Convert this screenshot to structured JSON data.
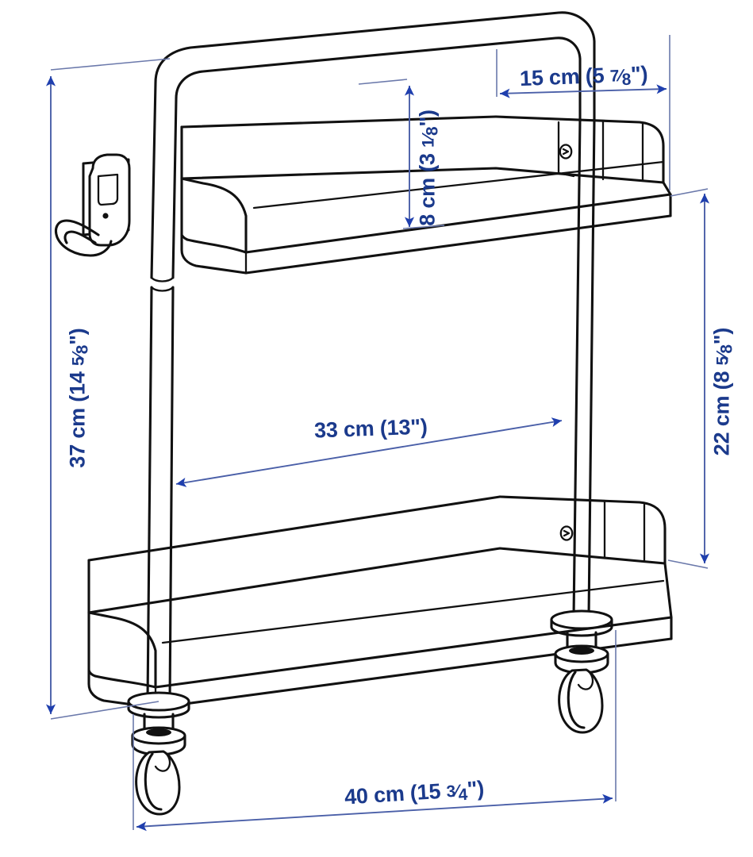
{
  "drawing": {
    "title": "Two-tier utility cart dimension drawing",
    "subject": "laptop / utility cart with casters and hanging hook",
    "background_color": "#ffffff",
    "line_color": "#000000",
    "dimension_line_color": "#6b79ab",
    "dimension_arrow_color": "#1f3fae",
    "dimension_text_color": "#1b3a8c"
  },
  "dimensions": {
    "total_height": {
      "name": "total-height",
      "metric": "37 cm",
      "imperial_whole": "14",
      "imperial_num": "5",
      "imperial_den": "8",
      "text_prefix": "37 cm (14 ",
      "text_suffix": "\")",
      "orientation": "vertical",
      "position": "left"
    },
    "shelf_gap": {
      "name": "shelf-gap-height",
      "metric": "22 cm",
      "imperial_whole": "8",
      "imperial_num": "5",
      "imperial_den": "8",
      "text_prefix": "22 cm (8 ",
      "text_suffix": "\")",
      "orientation": "vertical",
      "position": "right"
    },
    "lip_height": {
      "name": "shelf-lip-height",
      "metric": "8 cm",
      "imperial_whole": "3",
      "imperial_num": "1",
      "imperial_den": "8",
      "text_prefix": "8 cm (3 ",
      "text_suffix": "\")",
      "orientation": "vertical",
      "position": "upper-center"
    },
    "depth": {
      "name": "shelf-depth",
      "metric": "15 cm",
      "imperial_whole": "5",
      "imperial_num": "7",
      "imperial_den": "8",
      "text_prefix": "15 cm (5 ",
      "text_suffix": "\")",
      "orientation": "horizontal",
      "position": "top-right"
    },
    "inner_width": {
      "name": "inner-width",
      "metric": "33 cm",
      "imperial": "13\"",
      "text": "33 cm (13\")",
      "orientation": "horizontal",
      "position": "center"
    },
    "outer_width": {
      "name": "outer-width",
      "metric": "40 cm",
      "imperial_whole": "15",
      "imperial_num": "3",
      "imperial_den": "4",
      "text_prefix": "40 cm (15 ",
      "text_suffix": "\")",
      "orientation": "horizontal",
      "position": "bottom"
    }
  },
  "parts": [
    {
      "name": "push-handle-bar",
      "label": "push handle tube"
    },
    {
      "name": "top-shelf",
      "label": "top shelf with raised lip"
    },
    {
      "name": "bottom-shelf",
      "label": "bottom shelf with raised lip"
    },
    {
      "name": "left-post",
      "label": "left vertical post"
    },
    {
      "name": "right-post",
      "label": "right vertical post"
    },
    {
      "name": "hanging-hook",
      "label": "side hanging hook"
    },
    {
      "name": "caster-front-left",
      "label": "front left caster wheel"
    },
    {
      "name": "caster-front-right",
      "label": "front right caster wheel"
    },
    {
      "name": "shelf-screw-top",
      "label": "top shelf fixing screw"
    },
    {
      "name": "shelf-screw-bottom",
      "label": "bottom shelf fixing screw"
    }
  ]
}
